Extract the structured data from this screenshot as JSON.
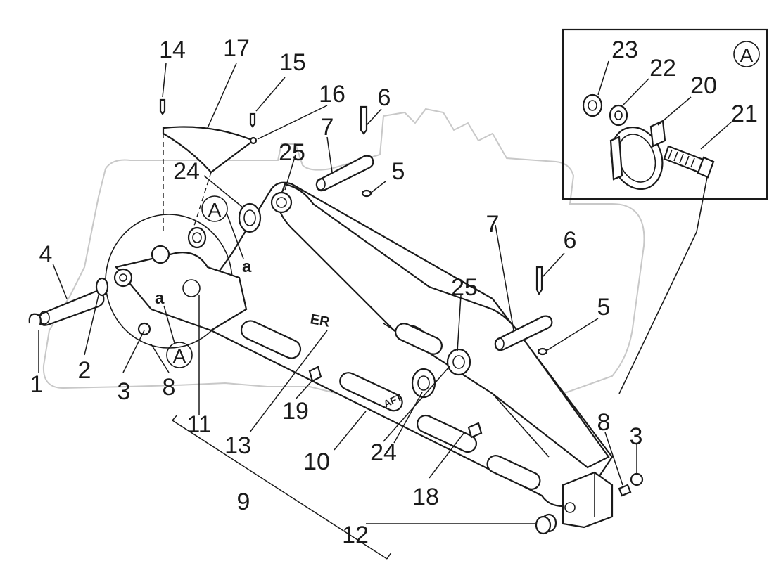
{
  "callouts": [
    {
      "id": "c1",
      "label": "1"
    },
    {
      "id": "c2",
      "label": "2"
    },
    {
      "id": "c3a",
      "label": "3"
    },
    {
      "id": "c3b",
      "label": "3"
    },
    {
      "id": "c4",
      "label": "4"
    },
    {
      "id": "c5a",
      "label": "5"
    },
    {
      "id": "c5b",
      "label": "5"
    },
    {
      "id": "c6a",
      "label": "6"
    },
    {
      "id": "c6b",
      "label": "6"
    },
    {
      "id": "c7a",
      "label": "7"
    },
    {
      "id": "c7b",
      "label": "7"
    },
    {
      "id": "c8a",
      "label": "8"
    },
    {
      "id": "c8b",
      "label": "8"
    },
    {
      "id": "c9",
      "label": "9"
    },
    {
      "id": "c10",
      "label": "10"
    },
    {
      "id": "c11",
      "label": "11"
    },
    {
      "id": "c12",
      "label": "12"
    },
    {
      "id": "c13",
      "label": "13"
    },
    {
      "id": "c14",
      "label": "14"
    },
    {
      "id": "c15",
      "label": "15"
    },
    {
      "id": "c16",
      "label": "16"
    },
    {
      "id": "c17",
      "label": "17"
    },
    {
      "id": "c18",
      "label": "18"
    },
    {
      "id": "c19",
      "label": "19"
    },
    {
      "id": "c20",
      "label": "20"
    },
    {
      "id": "c21",
      "label": "21"
    },
    {
      "id": "c22",
      "label": "22"
    },
    {
      "id": "c23",
      "label": "23"
    },
    {
      "id": "c24a",
      "label": "24"
    },
    {
      "id": "c24b",
      "label": "24"
    },
    {
      "id": "c25a",
      "label": "25"
    },
    {
      "id": "c25b",
      "label": "25"
    }
  ],
  "view_markers": {
    "circle_label": "A",
    "small_label": "a"
  },
  "boom_markings": {
    "logo": "ER",
    "model": "AFT"
  },
  "colors": {
    "line": "#1a1a1a",
    "watermark": "#c8c8c8",
    "background": "#ffffff"
  }
}
